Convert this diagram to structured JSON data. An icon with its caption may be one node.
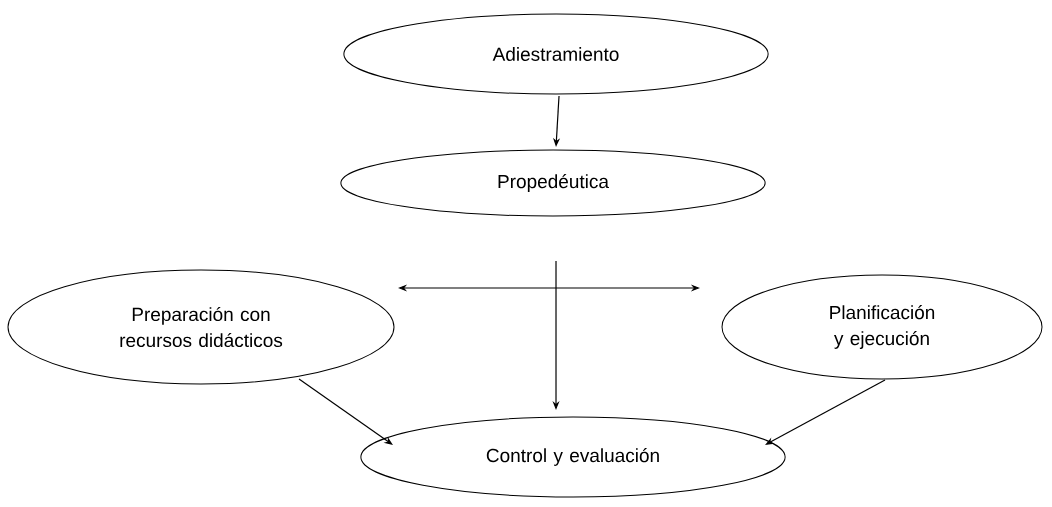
{
  "diagram": {
    "nodes": [
      {
        "text": [
          "Adiestramiento"
        ]
      },
      {
        "text": [
          "Propedéutica"
        ]
      },
      {
        "text": [
          "Preparación con recursos didácticos"
        ]
      },
      {
        "text": [
          "Planificación y ejecución"
        ]
      },
      {
        "text": [
          "Control y evaluación"
        ]
      }
    ],
    "edges": [
      {
        "from": 0,
        "to": 1,
        "arrow": "to"
      },
      {
        "from": 1,
        "to": 4,
        "arrow": "to"
      },
      {
        "from": 2,
        "to": 3,
        "arrow": "both"
      },
      {
        "from": 2,
        "to": 4,
        "arrow": "to"
      },
      {
        "from": 3,
        "to": 4,
        "arrow": "to"
      }
    ]
  }
}
